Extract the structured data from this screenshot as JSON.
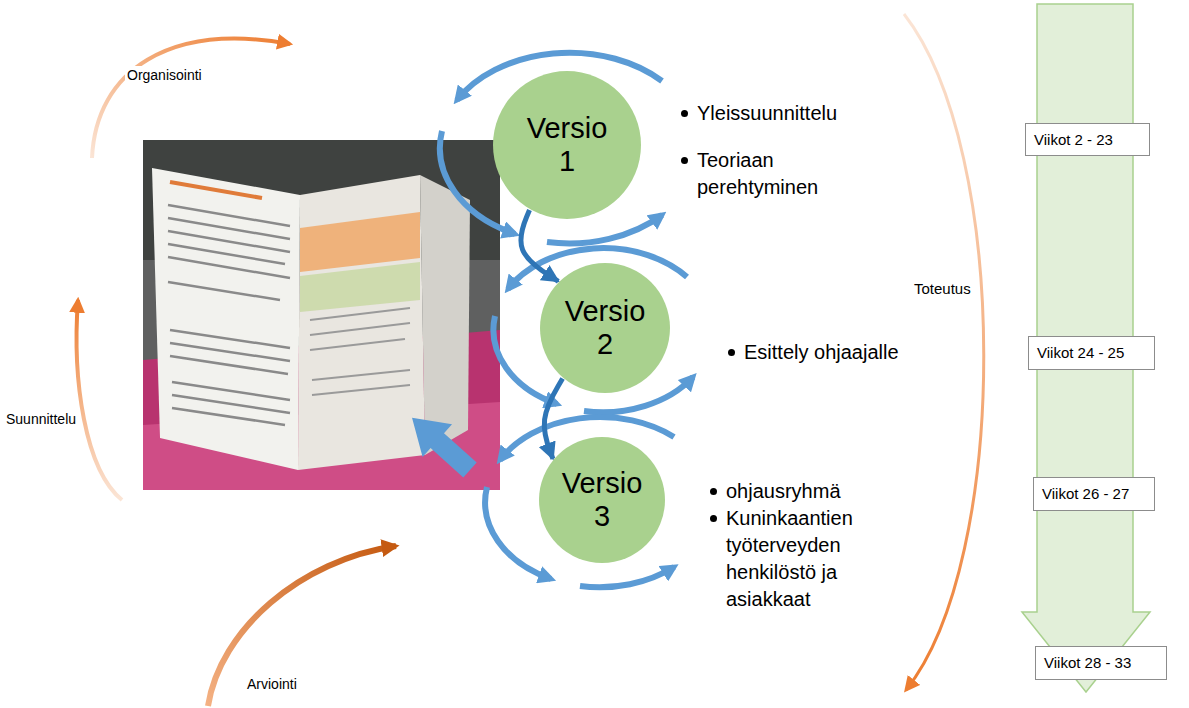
{
  "diagram": {
    "nodes": [
      {
        "text": [
          "Versio 1"
        ]
      },
      {
        "text": [
          "Versio 2"
        ]
      },
      {
        "text": [
          "Versio 3"
        ]
      },
      {
        "text": [
          "Viikot 2 - 23"
        ]
      },
      {
        "text": [
          "Viikot 24 - 25"
        ]
      },
      {
        "text": [
          "Viikot 26 - 27"
        ]
      },
      {
        "text": [
          "Viikot 28 - 33"
        ]
      }
    ],
    "edges": [
      {
        "from": 0,
        "to": 1,
        "arrow": "to"
      },
      {
        "from": 1,
        "to": 2,
        "arrow": "to"
      }
    ],
    "labels": [
      "Organisointi",
      "Suunnittelu",
      "Arviointi",
      "Yleissuunnittelu",
      "Teoriaan perehtyminen",
      "Esittely ohjaajalle",
      "ohjausryhmä",
      "Kuninkaantien työterveyden henkilöstö ja asiakkaat",
      "Toteutus"
    ]
  }
}
